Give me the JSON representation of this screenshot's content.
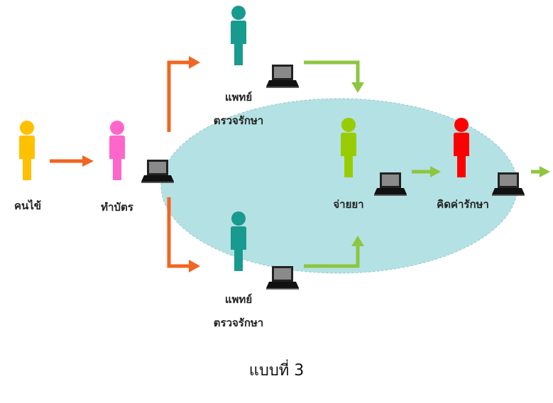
{
  "labels": {
    "patient": "คนไข้",
    "card": "ทำบัตร",
    "doctor_top_line1": "แพทย์",
    "doctor_top_line2": "ตรวจรักษา",
    "doctor_bottom_line1": "แพทย์",
    "doctor_bottom_line2": "ตรวจรักษา",
    "pharmacy": "จ่ายยา",
    "billing": "คิดค่ารักษา"
  },
  "caption": "แบบที่ 3",
  "colors": {
    "patient": "#ffc000",
    "card": "#ff66cc",
    "doctor": "#199a8f",
    "pharmacy": "#99cc00",
    "billing": "#ff0000",
    "ellipse": "#b4e1e4",
    "orange_arrow": "#f26522",
    "green_arrow": "#8dc63f"
  },
  "icons": {
    "person": "person-icon",
    "computer": "laptop-icon"
  }
}
